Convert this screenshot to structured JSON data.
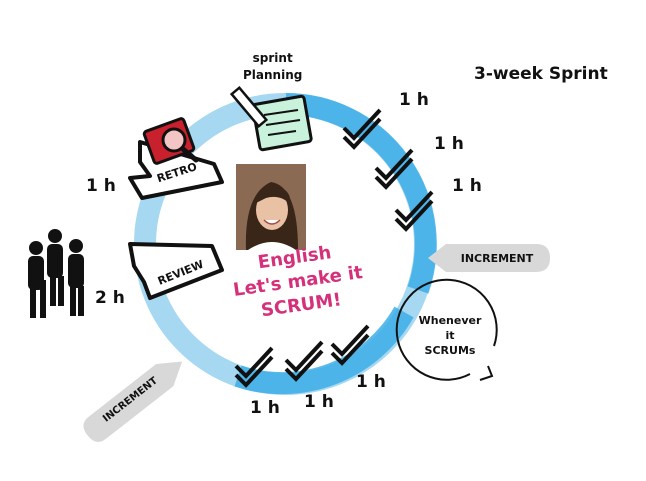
{
  "title": "3-week Sprint",
  "planning": {
    "line1": "sprint",
    "line2": "Planning"
  },
  "retro": "RETRO",
  "review": "REVIEW",
  "increment_right": "INCREMENT",
  "increment_left": "INCREMENT",
  "center": {
    "line1": "English",
    "line2": "Let's make it",
    "line3": "SCRUM!"
  },
  "whenever": {
    "line1": "Whenever",
    "line2": "it",
    "line3": "SCRUMs"
  },
  "hours": {
    "check1": "1 h",
    "check2": "1 h",
    "check3": "1 h",
    "retro": "1 h",
    "review": "2 h",
    "bottom1": "1 h",
    "bottom2": "1 h",
    "bottom3": "1 h"
  },
  "colors": {
    "ring_outer": "#a6d8f2",
    "ring_accent": "#3daee8",
    "pill": "#d8d8d8",
    "center_text": "#d4317a",
    "ink": "#111111"
  },
  "icons": [
    "notepad-pencil-icon",
    "film-magnifier-icon",
    "team-people-icon",
    "checkmark-icon",
    "photo-avatar",
    "cycle-arrow-icon"
  ]
}
